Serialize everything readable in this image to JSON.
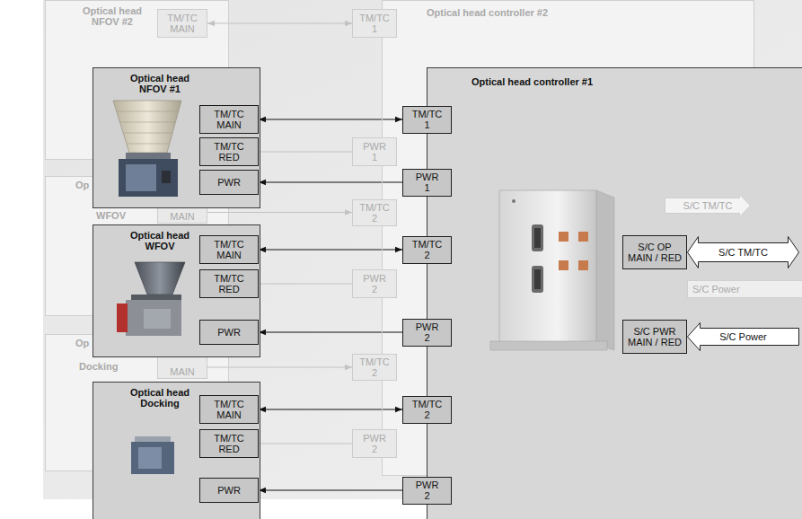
{
  "diagram": {
    "nodes": [
      {
        "text": [
          "Optical head NFOV #2"
        ]
      },
      {
        "text": [
          "TM/TC MAIN"
        ],
        "in": 0
      },
      {
        "text": [
          "Optical head controller #2"
        ]
      },
      {
        "text": [
          "TM/TC 1"
        ],
        "in": 2
      },
      {
        "text": [
          "PWR 1"
        ],
        "in": 2
      },
      {
        "text": [
          "TM/TC 2"
        ],
        "in": 2
      },
      {
        "text": [
          "PWR 2"
        ],
        "in": 2
      },
      {
        "text": [
          "TM/TC 2"
        ],
        "in": 2
      },
      {
        "text": [
          "PWR 2"
        ],
        "in": 2
      },
      {
        "text": [
          "Op",
          "WFOV"
        ]
      },
      {
        "text": [
          "MAIN"
        ],
        "in": 9
      },
      {
        "text": [
          "Op",
          "Docking"
        ]
      },
      {
        "text": [
          "MAIN"
        ],
        "in": 11
      },
      {
        "text": [
          "Optical head NFOV #1"
        ]
      },
      {
        "text": [
          "TM/TC MAIN"
        ],
        "in": 13
      },
      {
        "text": [
          "TM/TC RED"
        ],
        "in": 13
      },
      {
        "text": [
          "PWR"
        ],
        "in": 13
      },
      {
        "text": [
          "Optical head WFOV"
        ]
      },
      {
        "text": [
          "TM/TC MAIN"
        ],
        "in": 17
      },
      {
        "text": [
          "TM/TC RED"
        ],
        "in": 17
      },
      {
        "text": [
          "PWR"
        ],
        "in": 17
      },
      {
        "text": [
          "Optical head Docking"
        ]
      },
      {
        "text": [
          "TM/TC MAIN"
        ],
        "in": 21
      },
      {
        "text": [
          "TM/TC RED"
        ],
        "in": 21
      },
      {
        "text": [
          "PWR"
        ],
        "in": 21
      },
      {
        "text": [
          "Optical head controller #1"
        ]
      },
      {
        "text": [
          "TM/TC 1"
        ],
        "in": 25
      },
      {
        "text": [
          "PWR 1"
        ],
        "in": 25
      },
      {
        "text": [
          "TM/TC 2"
        ],
        "in": 25
      },
      {
        "text": [
          "PWR 2"
        ],
        "in": 25
      },
      {
        "text": [
          "TM/TC 2"
        ],
        "in": 25
      },
      {
        "text": [
          "PWR 2"
        ],
        "in": 25
      },
      {
        "text": [
          "S/C OP MAIN / RED"
        ],
        "in": 25
      },
      {
        "text": [
          "S/C PWR MAIN / RED"
        ],
        "in": 25
      },
      {
        "text": [
          "S/C TM/TC"
        ]
      },
      {
        "text": [
          "S/C Power"
        ]
      },
      {
        "text": [
          "S/C TM/TC"
        ]
      },
      {
        "text": [
          "S/C Power"
        ]
      }
    ],
    "edges": [
      {
        "from": 1,
        "to": 3,
        "arrow": "both"
      },
      {
        "from": 10,
        "to": 5,
        "arrow": "to"
      },
      {
        "from": 12,
        "to": 7,
        "arrow": "to"
      },
      {
        "from": 14,
        "to": 26,
        "arrow": "both"
      },
      {
        "from": 15,
        "to": 4,
        "arrow": "none"
      },
      {
        "from": 27,
        "to": 16,
        "arrow": "to"
      },
      {
        "from": 18,
        "to": 28,
        "arrow": "both"
      },
      {
        "from": 19,
        "to": 6,
        "arrow": "none"
      },
      {
        "from": 29,
        "to": 20,
        "arrow": "to"
      },
      {
        "from": 22,
        "to": 30,
        "arrow": "both"
      },
      {
        "from": 23,
        "to": 8,
        "arrow": "none"
      },
      {
        "from": 31,
        "to": 24,
        "arrow": "to"
      }
    ]
  }
}
